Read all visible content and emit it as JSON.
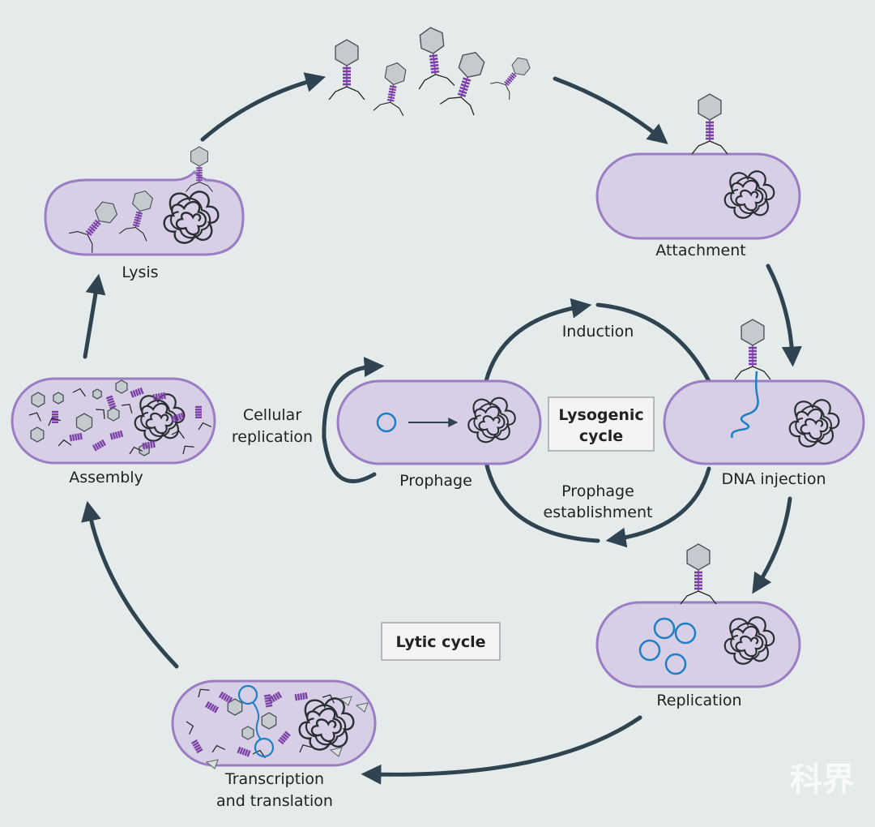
{
  "stages": {
    "attachment": "Attachment",
    "dna_injection": "DNA injection",
    "replication": "Replication",
    "transcription_line1": "Transcription",
    "transcription_line2": "and translation",
    "assembly": "Assembly",
    "lysis": "Lysis",
    "prophage": "Prophage"
  },
  "lysogenic": {
    "induction": "Induction",
    "establishment_line1": "Prophage",
    "establishment_line2": "establishment",
    "cellular_line1": "Cellular",
    "cellular_line2": "replication",
    "box_line1": "Lysogenic",
    "box_line2": "cycle"
  },
  "lytic_box": "Lytic cycle",
  "watermark": "科界",
  "colors": {
    "background": "#e4ebea",
    "cell_fill": "#d6cfe6",
    "cell_border": "#9b7dc4",
    "arrow": "#2f4450",
    "tail": "#7b3fa6",
    "dna_blue": "#1f7fc4",
    "capsid": "#c5cace",
    "label_box_fill": "#f4f4f4"
  }
}
